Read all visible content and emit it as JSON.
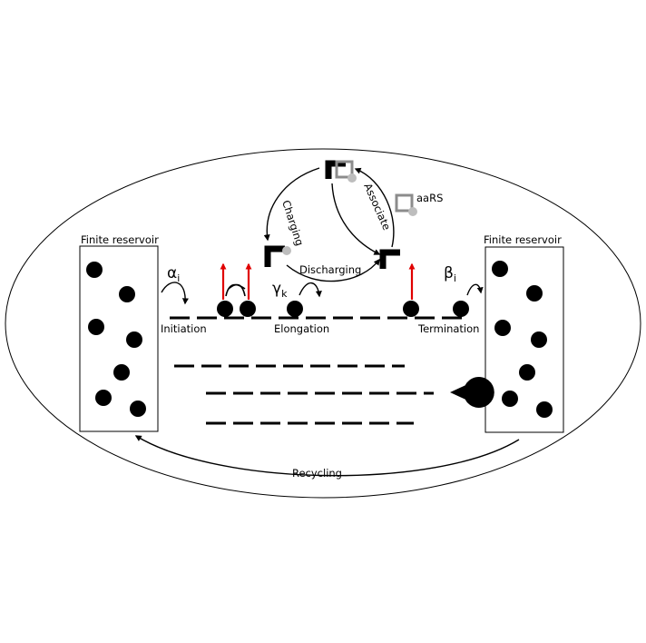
{
  "labels": {
    "reservoir_left": "Finite reservoir",
    "reservoir_right": "Finite reservoir",
    "initiation": "Initiation",
    "elongation": "Elongation",
    "termination": "Termination",
    "recycling": "Recycling",
    "charging": "Charging",
    "associate": "Associate",
    "discharging": "Discharging",
    "aars": "aaRS"
  },
  "rates": {
    "alpha": "α",
    "alpha_sub": "i",
    "gamma": "γ",
    "gamma_sub": "k",
    "beta": "β",
    "beta_sub": "i"
  },
  "colors": {
    "ink": "#000000",
    "arrow_red": "#e00000",
    "aars_gray": "#8c8c8c",
    "amino_acid_gray": "#bdbdbd"
  },
  "icons": {
    "ribosome": "filled-black-circle",
    "trna": "black-l-shape",
    "aars": "gray-square",
    "degradation": "pacman"
  }
}
